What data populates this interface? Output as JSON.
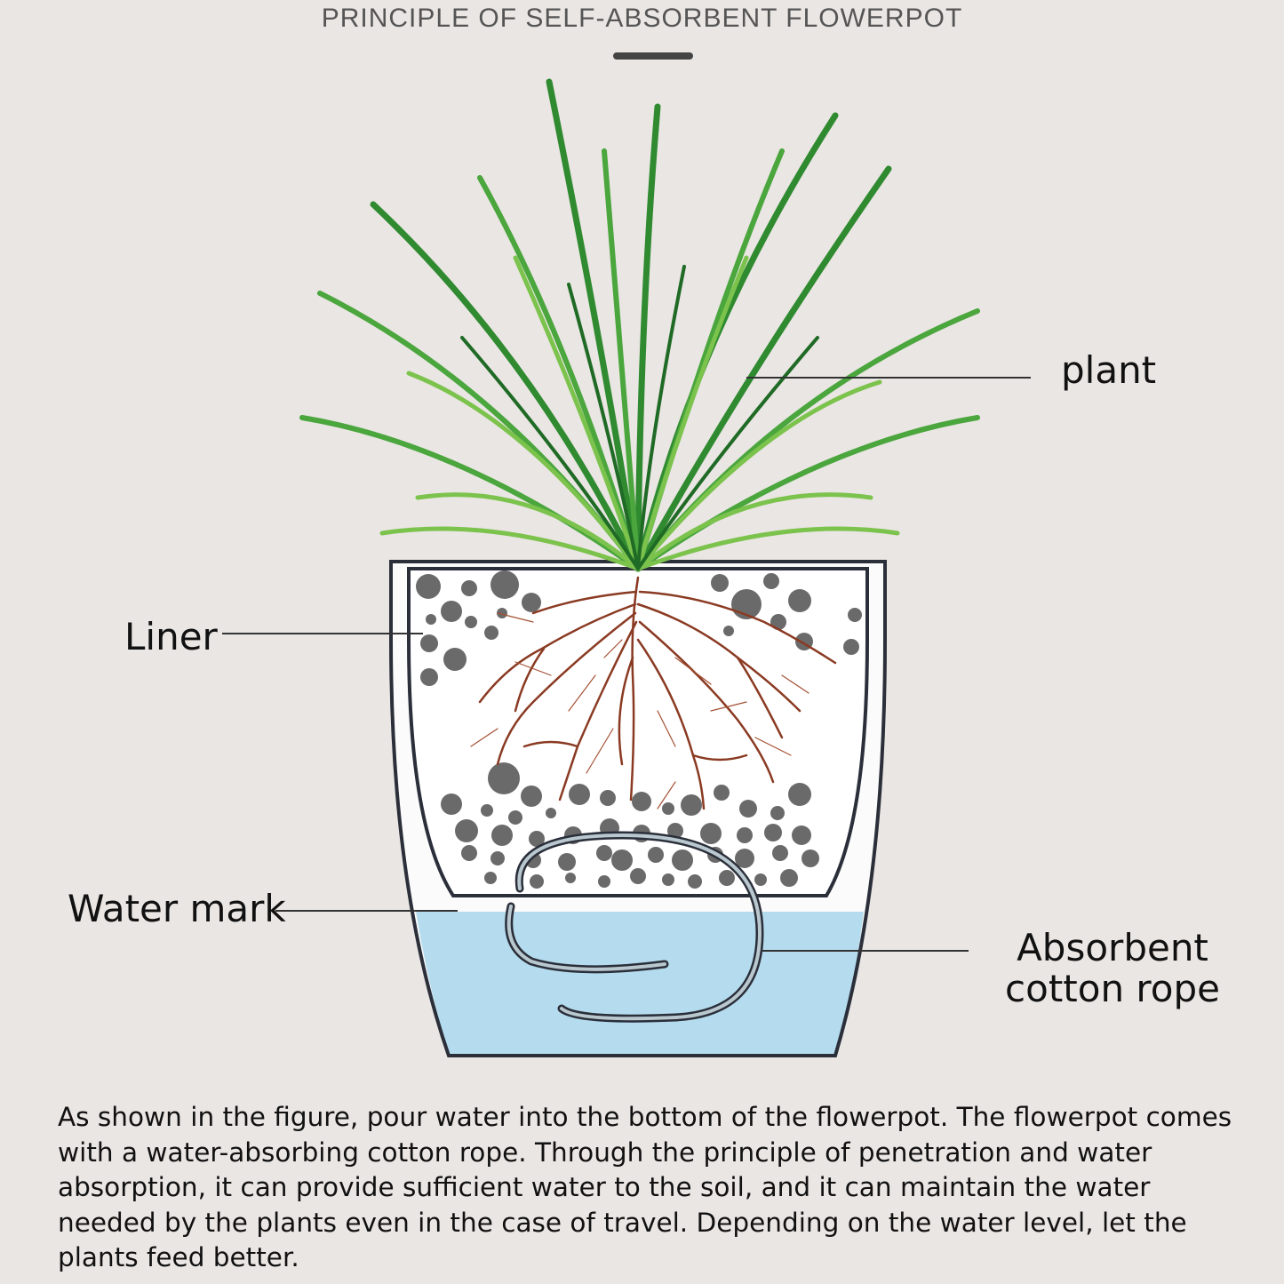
{
  "header": {
    "title": "PRINCIPLE OF SELF-ABSORBENT FLOWERPOT"
  },
  "labels": {
    "plant": "plant",
    "liner": "Liner",
    "water_mark": "Water mark",
    "rope_line1": "Absorbent",
    "rope_line2": "cotton rope"
  },
  "caption": "As shown in the figure, pour water into the bottom of the flowerpot. The flowerpot comes with a water-absorbing cotton rope. Through the principle of penetration and water absorption, it can provide sufficient water to the soil, and it can maintain the water needed by the plants even in the case of travel. Depending on the water level, let the plants feed better.",
  "colors": {
    "background": "#eae6e3",
    "water": "#b5dcee",
    "leaf": "#3f9a3a",
    "root": "#8a3a22",
    "pebble": "#6a6a6a",
    "outline": "#2a2f3a"
  }
}
